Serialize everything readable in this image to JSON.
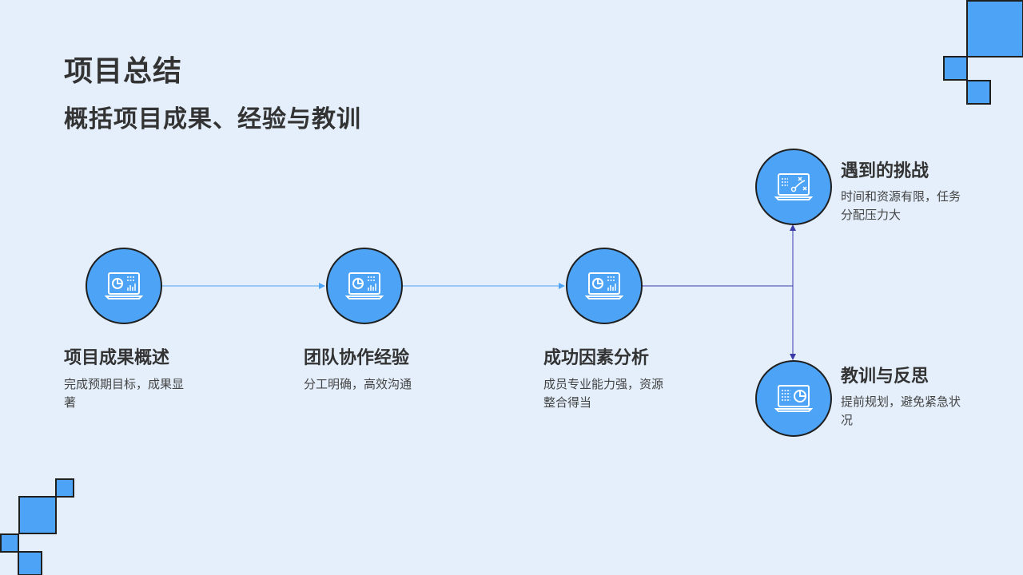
{
  "header": {
    "title": "项目总结",
    "subtitle": "概括项目成果、经验与教训"
  },
  "flow": {
    "steps": [
      {
        "title": "项目成果概述",
        "desc": "完成预期目标，成果显著",
        "icon": "dashboard-icon"
      },
      {
        "title": "团队协作经验",
        "desc": "分工明确，高效沟通",
        "icon": "dashboard-icon"
      },
      {
        "title": "成功因素分析",
        "desc": "成员专业能力强，资源整合得当",
        "icon": "dashboard-icon"
      }
    ],
    "branches": [
      {
        "title": "遇到的挑战",
        "desc": "时间和资源有限，任务分配压力大",
        "icon": "strategy-board-icon"
      },
      {
        "title": "教训与反思",
        "desc": "提前规划，避免紧急状况",
        "icon": "report-icon"
      }
    ]
  },
  "colors": {
    "background": "#e4effb",
    "node_fill": "#4da3f5",
    "connector_light": "#4da3f5",
    "connector_dark": "#3a3aa8",
    "text": "#333333"
  }
}
